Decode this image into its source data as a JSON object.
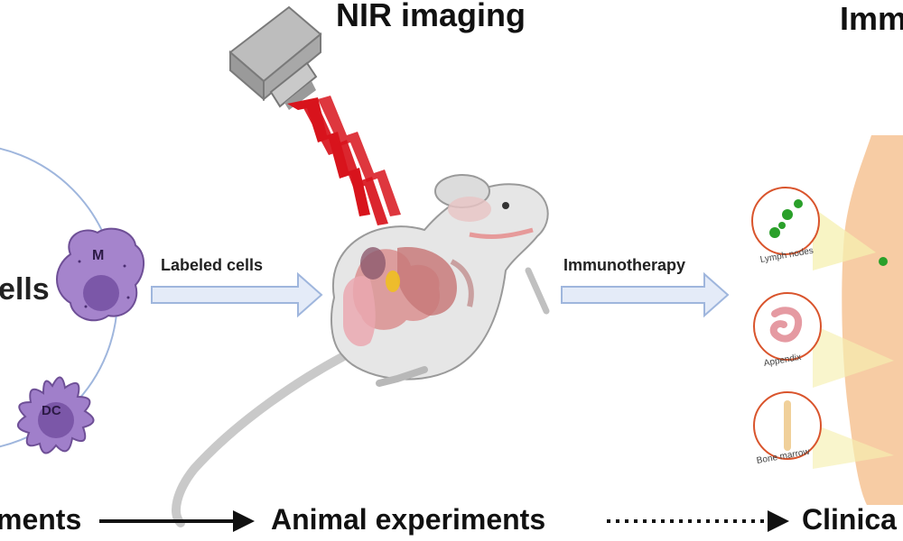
{
  "titles": {
    "nir_imaging": "NIR imaging",
    "immunotherapy_heading_partial": "Imm"
  },
  "arrows": {
    "labeled_cells": "Labeled cells",
    "immunotherapy": "Immunotherapy"
  },
  "cells": {
    "group_label_partial": "ells",
    "macrophage": "M",
    "dendritic": "DC"
  },
  "organs": {
    "lymph_nodes": "Lymph nodes",
    "appendix": "Appendix",
    "bone_marrow": "Bone marrow"
  },
  "stages": {
    "cell_experiments_partial": "ments",
    "animal_experiments": "Animal experiments",
    "clinical_partial": "Clinica"
  },
  "colors": {
    "nir_beam": "#d8141c",
    "cell_purple": "#9f7fc6",
    "arrow_fill": "#e4ebf8",
    "arrow_stroke": "#9fb6dd",
    "organ_circle": "#d9542c",
    "skin": "#f2b57f"
  }
}
